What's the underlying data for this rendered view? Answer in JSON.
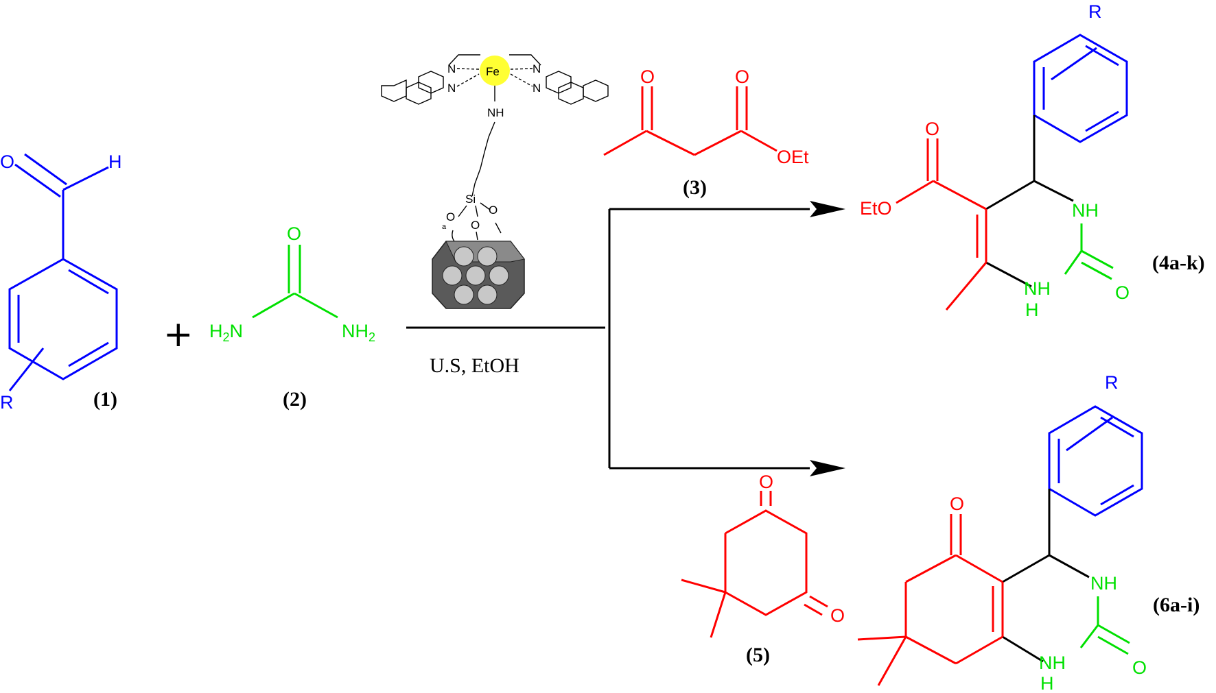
{
  "colors": {
    "blue": "#0000ff",
    "green": "#00e000",
    "red": "#ff0000",
    "black": "#000000",
    "fe_highlight": "#ffff33"
  },
  "labels": {
    "c1": "(1)",
    "c2": "(2)",
    "c3": "(3)",
    "c4": "(4a-k)",
    "c5": "(5)",
    "c6": "(6a-i)",
    "conditions": "U.S, EtOH",
    "plus": "+"
  },
  "atoms": {
    "o": "O",
    "h": "H",
    "r": "R",
    "nh": "NH",
    "oet": "OEt",
    "eto": "EtO",
    "si": "Si",
    "fe": "Fe",
    "n": "N",
    "a": "a",
    "h2n_main": "H",
    "h2n_sub": "2",
    "h2n_tail": "N",
    "nh2_main": "NH",
    "nh2_sub": "2"
  }
}
